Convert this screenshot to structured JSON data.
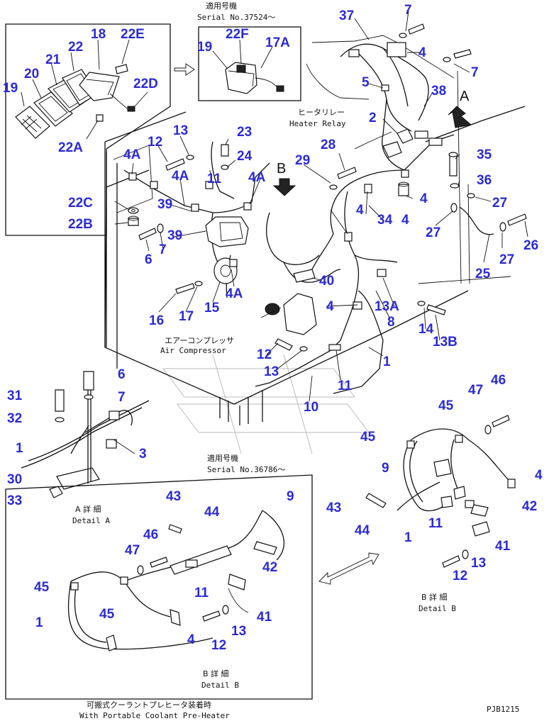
{
  "notes": {
    "top_serial_jp": "適用号機",
    "top_serial": "Serial No.37524～",
    "heater_relay_jp": "ヒータリレー",
    "heater_relay": "Heater Relay",
    "air_comp_jp": "エアーコンプレッサ",
    "air_comp": "Air Compressor",
    "mid_serial_jp": "適用号機",
    "mid_serial": "Serial No.36786～",
    "detail_a_jp": "A 詳 細",
    "detail_a": "Detail A",
    "detail_b_left_jp": "B 詳 細",
    "detail_b_left": "Detail B",
    "detail_b_right_jp": "B 詳 細",
    "detail_b_right": "Detail B",
    "bottom_jp": "可搬式クーラントプレヒータ装着時",
    "bottom": "With Portable Coolant Pre-Heater",
    "code": "PJB1215"
  },
  "view_markers": {
    "a": "A",
    "b": "B"
  },
  "callouts": [
    "19",
    "20",
    "21",
    "22",
    "18",
    "22E",
    "22D",
    "22A",
    "22C",
    "22B",
    "19",
    "22F",
    "17A",
    "37",
    "7",
    "4",
    "7",
    "5",
    "38",
    "2",
    "35",
    "36",
    "27",
    "27",
    "26",
    "27",
    "25",
    "12",
    "13",
    "4A",
    "4A",
    "23",
    "24",
    "11",
    "4A",
    "39",
    "39",
    "6",
    "7",
    "29",
    "28",
    "4",
    "4",
    "34",
    "4",
    "40",
    "4",
    "13A",
    "8",
    "14",
    "13B",
    "16",
    "17",
    "15",
    "4A",
    "12",
    "13",
    "1",
    "11",
    "10",
    "6",
    "7",
    "31",
    "32",
    "1",
    "3",
    "30",
    "33",
    "43",
    "44",
    "9",
    "46",
    "47",
    "45",
    "45",
    "1",
    "42",
    "11",
    "41",
    "13",
    "12",
    "4",
    "47",
    "46",
    "45",
    "45",
    "4",
    "9",
    "43",
    "44",
    "1",
    "11",
    "42",
    "41",
    "12",
    "13"
  ]
}
